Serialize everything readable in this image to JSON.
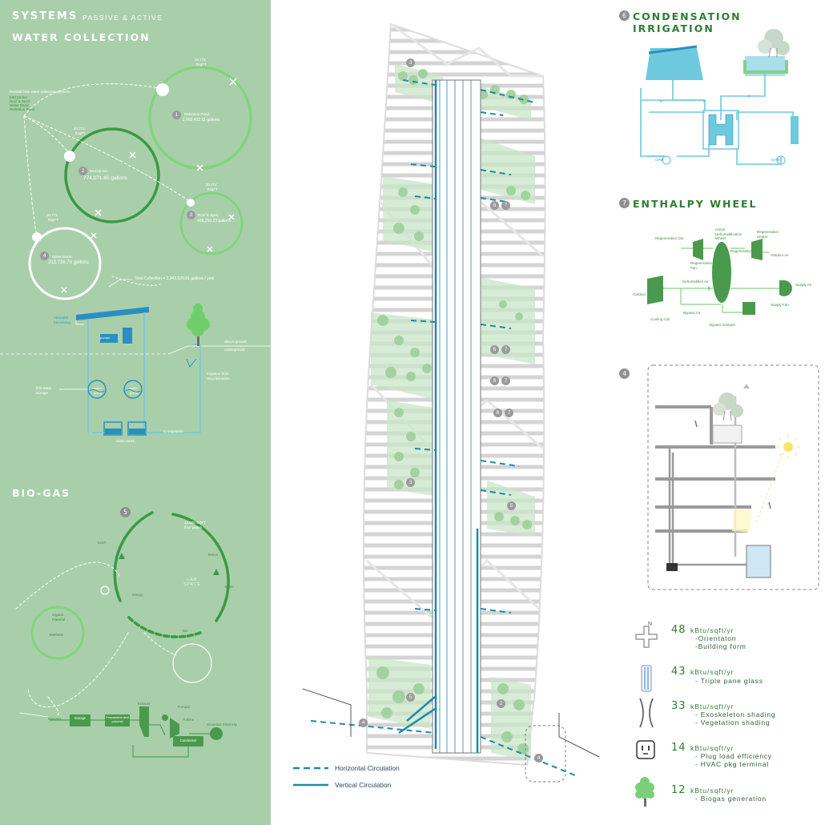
{
  "left_panel": {
    "title": "SYSTEMS",
    "subtitle": "PASSIVE & ACTIVE",
    "water": {
      "heading": "WATER COLLECTION",
      "source_label": "Rainfall from water collection systems",
      "source_list": [
        "Mezzanine",
        "Roof & Spirit",
        "Water Basin",
        "Retention Pond"
      ],
      "cycles": [
        {
          "n": "1",
          "name": "Retention Pond:",
          "value": "1,060,452.11 gallons",
          "area": "20,772",
          "unit": "ftsqFT"
        },
        {
          "n": "2",
          "name": "Mezzanine:",
          "value": "774,071.65 gallons",
          "area": "20,772",
          "unit": "ftsqFT"
        },
        {
          "n": "3",
          "name": "Roof & Spirit:",
          "value": "469,256.23 gallons",
          "area": "20,772",
          "unit": "ftsqFT"
        },
        {
          "n": "4",
          "name": "Water Basin:",
          "value": "213,736.70 gallons",
          "area": "20,772",
          "unit": "ftsqFT"
        }
      ],
      "total": "Total Collection = 2,343,520.91 gallons / year",
      "rainwater": "rainwater harvesting",
      "above": "above ground",
      "below": "underground",
      "irrigation": "irrigation from recycled water",
      "filtration": "pumps",
      "storage": "first water storage",
      "tanks": "water tanks",
      "to_veg": "to vegetation",
      "pump": "water pump"
    },
    "biogas": {
      "heading": "BIO-GAS",
      "n": "5",
      "lab": "LAB SPACE",
      "chain": [
        "Biomass",
        "Storage",
        "Preparation and process",
        "Exhaust",
        "Furnace",
        "Turbine",
        "Generator",
        "Condenser",
        "Electricity"
      ],
      "labels": [
        "12,000 SQFT floor plates",
        "lunch",
        "lemon",
        "waste",
        "organic material",
        "Methane",
        "Bio",
        "energy"
      ]
    }
  },
  "tower": {
    "markers": [
      "3",
      "6",
      "7",
      "6",
      "7",
      "6",
      "7",
      "6",
      "7",
      "3",
      "5",
      "5",
      "2",
      "4",
      "4"
    ],
    "legend": [
      {
        "label": "Horizontal Circulation"
      },
      {
        "label": "Vertical Circulation"
      }
    ]
  },
  "right": {
    "condensation": {
      "n": "6",
      "title": "CONDENSATION IRRIGATION",
      "labels": [
        "CRW",
        "CHW"
      ]
    },
    "enthalpy": {
      "n": "7",
      "title": "ENTHALPY WHEEL",
      "labels": {
        "regen_out": "Regeneration Out",
        "regen_fan": "Regeneration Fan",
        "wheel": "Active Dehumidification Wheel",
        "regen": "Regeneration",
        "regen_heater": "Regeneration Heater",
        "outdoor_air": "Outdoor Air",
        "dehumid": "Dehumidifies Air",
        "outdoor": "Outdoor",
        "cooling": "Cooling Coil",
        "bypass_air": "Bypass Air",
        "bypass_damper": "Bypass Damper",
        "supply_air": "Supply Air",
        "supply_fan": "Supply Fan"
      }
    },
    "section": {
      "n": "4"
    },
    "energy": [
      {
        "icon": "compass-icon",
        "value": "48",
        "unit": "kBtu/sqft/yr",
        "items": [
          "-Orientaton",
          "-Building form"
        ]
      },
      {
        "icon": "glass-pane-icon",
        "value": "43",
        "unit": "kBtu/sqft/yr",
        "items": [
          "- Triple pane glass"
        ]
      },
      {
        "icon": "exoskeleton-icon",
        "value": "33",
        "unit": "kBtu/sqft/yr",
        "items": [
          "- Exoskeleton shading",
          "- Vegetation shading"
        ]
      },
      {
        "icon": "outlet-icon",
        "value": "14",
        "unit": "kBtu/sqft/yr",
        "items": [
          "- Plug load efficiency",
          "- HVAC pkg terminal"
        ]
      },
      {
        "icon": "tree-icon",
        "value": "12",
        "unit": "kBtu/sqft/yr",
        "items": [
          "- Biogas generation"
        ]
      }
    ],
    "compass_n": "N"
  },
  "colors": {
    "panel": "#a9cfaa",
    "green": "#2e7d32",
    "blue": "#1f8aa5",
    "cyan": "#6fc9de",
    "gray": "#9a9a9a"
  }
}
